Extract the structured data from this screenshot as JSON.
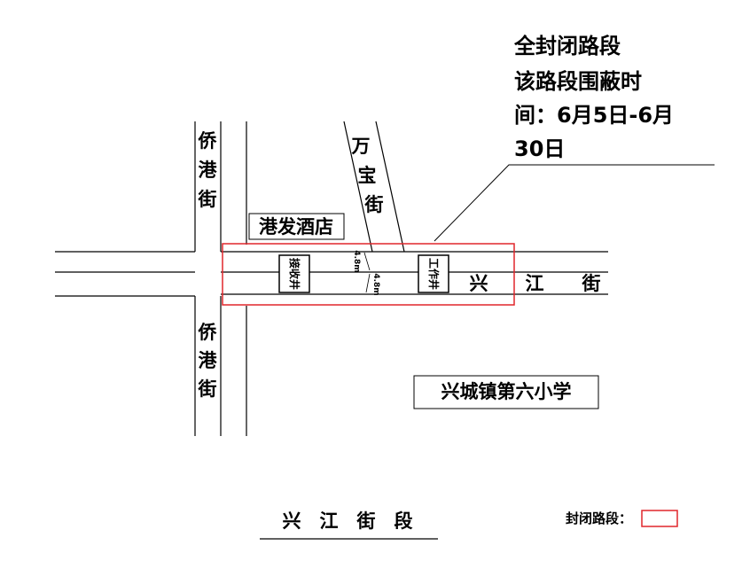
{
  "notice": {
    "line1": "全封闭路段",
    "line2": "该路段围蔽时",
    "line3": "间：6月5日-6月",
    "line4": "30日"
  },
  "streets": {
    "qiaogang_north": [
      "侨",
      "港",
      "街"
    ],
    "qiaogang_south": [
      "侨",
      "港",
      "街"
    ],
    "wanbao": [
      "万",
      "宝",
      "街"
    ],
    "xingjiang": [
      "兴",
      "江",
      "街"
    ]
  },
  "labels": {
    "hotel": "港发酒店",
    "school": "兴城镇第六小学",
    "pit_left": "接收井",
    "pit_right": "工作井",
    "dim_top": "4.8m",
    "dim_bottom": "4.8m"
  },
  "footer": {
    "title": "兴　江　街　段",
    "legend_label": "封闭路段："
  },
  "colors": {
    "closure": "#e0262b",
    "line": "#000000"
  }
}
